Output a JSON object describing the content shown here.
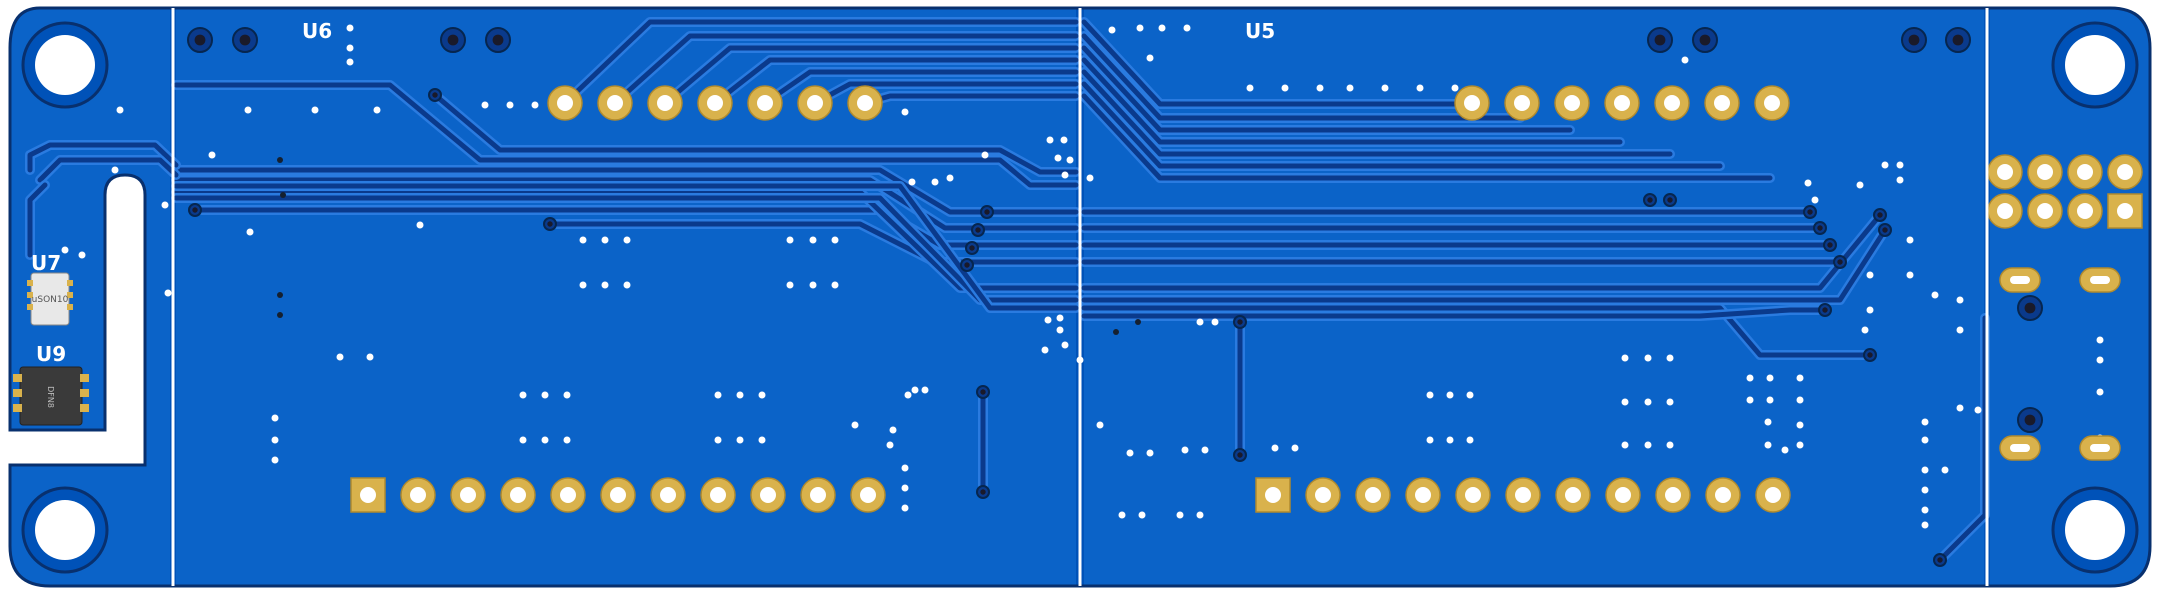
{
  "colors": {
    "background": "#ffffff",
    "board": "#0052b8",
    "copper_pour": "#0b63c8",
    "trace": "#0a3a8c",
    "trace_edge": "#2a7be0",
    "board_edge": "#08306e",
    "pad_gold": "#d9b24c",
    "pad_hole": "#ffffff",
    "via": "#1a1a2a",
    "silkscreen": "#ffffff",
    "ic_body": "#3a3a3a"
  },
  "labels": {
    "u6": "U6",
    "u5": "U5",
    "u7": "U7",
    "u9": "U9",
    "u7_package": "uSON10",
    "u9_package": "DFN8"
  },
  "icons": {
    "mounting_hole": "circle-hole",
    "through_hole_pad": "gold-ring-pad",
    "via": "dark-ring-via"
  }
}
